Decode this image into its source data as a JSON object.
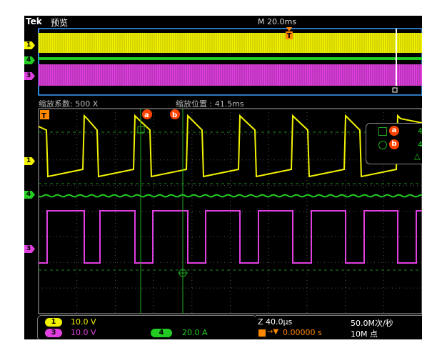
{
  "header": {
    "brand": "Tek",
    "mode": "预览",
    "timebase": "M 20.0ms",
    "trigger_glyph": "T"
  },
  "zoom": {
    "factor_label": "缩放系数: 500 X",
    "position_label": "缩放位置 : 41.5ms"
  },
  "cursors": {
    "a_label": "a",
    "b_label": "b",
    "readout_a": "4",
    "readout_b": "4",
    "delta_symbol": "△"
  },
  "channels": {
    "ch1": {
      "label": "1",
      "scale": "10.0 V",
      "color": "#f2f200"
    },
    "ch3": {
      "label": "3",
      "scale": "10.0 V",
      "color": "#e040e0"
    },
    "ch4": {
      "label": "4",
      "scale": "20.0 A",
      "color": "#22cc22"
    }
  },
  "horizontal": {
    "zoom_scale": "Z 40.0µs",
    "sample_rate": "50.0M次/秒",
    "trigger_pos": "0.00000 s",
    "record_length": "10M 点"
  },
  "colors": {
    "ch1": "#f2f200",
    "ch3": "#e040e0",
    "ch4": "#22cc22",
    "trigger": "#ff8800",
    "cursor": "#22aa22",
    "cursor_marker": "#ff4400"
  }
}
